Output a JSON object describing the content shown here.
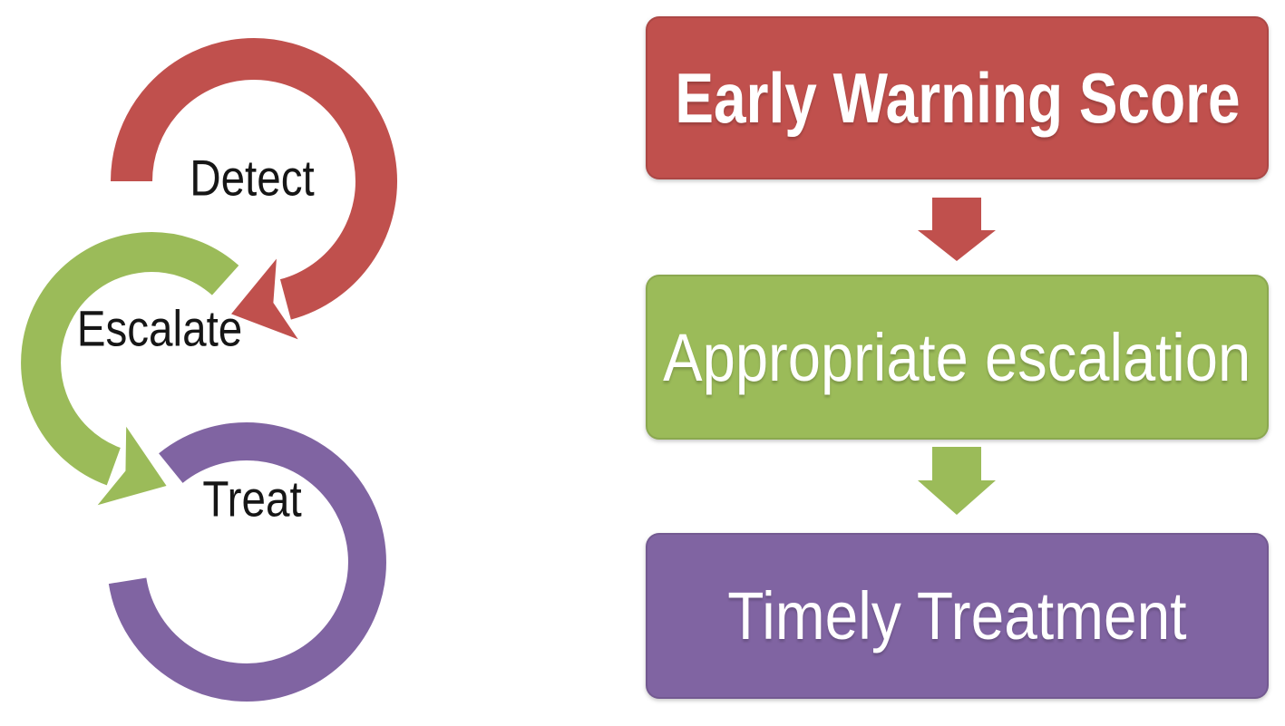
{
  "figure": {
    "description": "Three-step patient safety cycle with matching flow chart"
  },
  "cycle": {
    "steps": [
      {
        "label": "Detect",
        "color": "#C0504D"
      },
      {
        "label": "Escalate",
        "color": "#9BBB59"
      },
      {
        "label": "Treat",
        "color": "#8064A2"
      }
    ]
  },
  "flow": {
    "boxes": [
      {
        "label": "Early Warning Score",
        "color": "#C0504D"
      },
      {
        "label": "Appropriate escalation",
        "color": "#9BBB59"
      },
      {
        "label": "Timely Treatment",
        "color": "#8064A2"
      }
    ],
    "connectors": [
      {
        "name": "ews-to-escalation",
        "color": "#C0504D"
      },
      {
        "name": "escalation-to-treatment",
        "color": "#9BBB59"
      }
    ]
  },
  "colors": {
    "red": "#C0504D",
    "green": "#9BBB59",
    "purple": "#8064A2",
    "label_text": "#161616",
    "box_text": "#FFFFFF",
    "background": "#FFFFFF"
  }
}
